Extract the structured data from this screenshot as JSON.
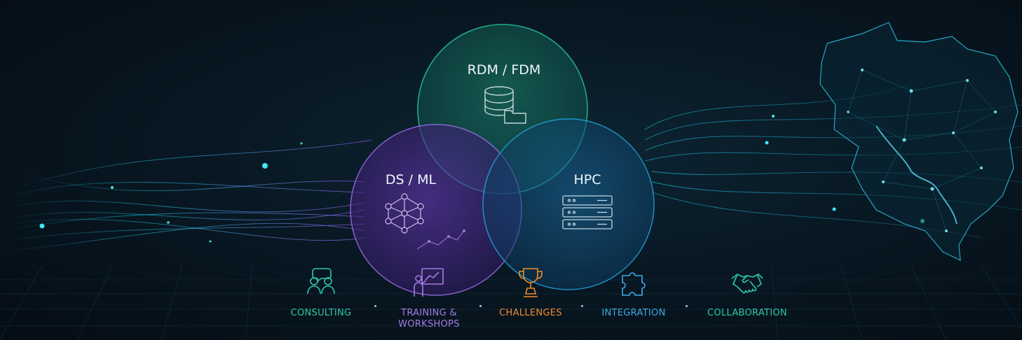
{
  "venn": {
    "top": {
      "label": "RDM / FDM",
      "icon": "database-folder-icon",
      "color": "#1fc7a0"
    },
    "left": {
      "label": "DS / ML",
      "icon": "neural-network-icon",
      "color": "#9a5cf0"
    },
    "right": {
      "label": "HPC",
      "icon": "server-rack-icon",
      "color": "#1aa3e0"
    }
  },
  "features": [
    {
      "label": "CONSULTING",
      "icon": "consulting-people-icon",
      "color": "#2ec9a6"
    },
    {
      "label": "TRAINING &\nWORKSHOPS",
      "icon": "presentation-board-icon",
      "color": "#a67ae6"
    },
    {
      "label": "CHALLENGES",
      "icon": "trophy-icon",
      "color": "#f08b2a"
    },
    {
      "label": "INTEGRATION",
      "icon": "puzzle-piece-icon",
      "color": "#3fa8e6"
    },
    {
      "label": "COLLABORATION",
      "icon": "handshake-icon",
      "color": "#2ec9a6"
    }
  ],
  "background": {
    "map_icon": "network-map-icon",
    "waves": "data-wave-lines"
  }
}
